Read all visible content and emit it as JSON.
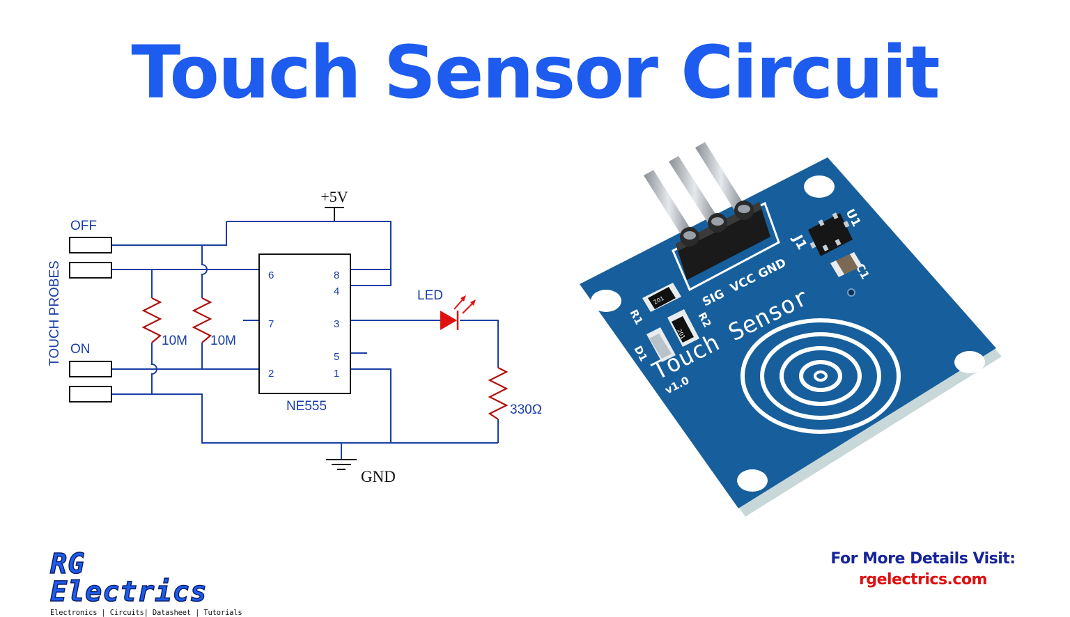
{
  "title": "Touch Sensor Circuit",
  "colors": {
    "title": "#1e5cf0",
    "wire": "#1a3ea6",
    "resistor": "#b01010",
    "led": "#e01010",
    "pcb": "#175f9c",
    "cta_heading": "#17259a",
    "cta_link": "#e01010",
    "logo": "#1e5cf0"
  },
  "schematic": {
    "supply_label": "+5V",
    "ground_label": "GND",
    "probe_group_label": "TOUCH PROBES",
    "off_label": "OFF",
    "on_label": "ON",
    "ic_label": "NE555",
    "pins": {
      "p6": "6",
      "p7": "7",
      "p2": "2",
      "p8": "8",
      "p4": "4",
      "p3": "3",
      "p5": "5",
      "p1": "1"
    },
    "r1_label": "10M",
    "r2_label": "10M",
    "led_label": "LED",
    "r3_label": "330Ω"
  },
  "module": {
    "header_labels": {
      "sig": "SIG",
      "vcc": "VCC",
      "gnd": "GND"
    },
    "j1_label": "J1",
    "u1_label": "U1",
    "c1_label": "C1",
    "r1_label": "R1",
    "r2_label": "R2",
    "d1_label": "D1",
    "resistor_code": "201",
    "board_text": "Touch Sensor",
    "version": "v1.0"
  },
  "footer": {
    "brand": "RG Electrics",
    "tagline": "Electronics | Circuits| Datasheet | Tutorials",
    "cta_heading": "For More Details Visit:",
    "cta_url": "rgelectrics.com"
  }
}
